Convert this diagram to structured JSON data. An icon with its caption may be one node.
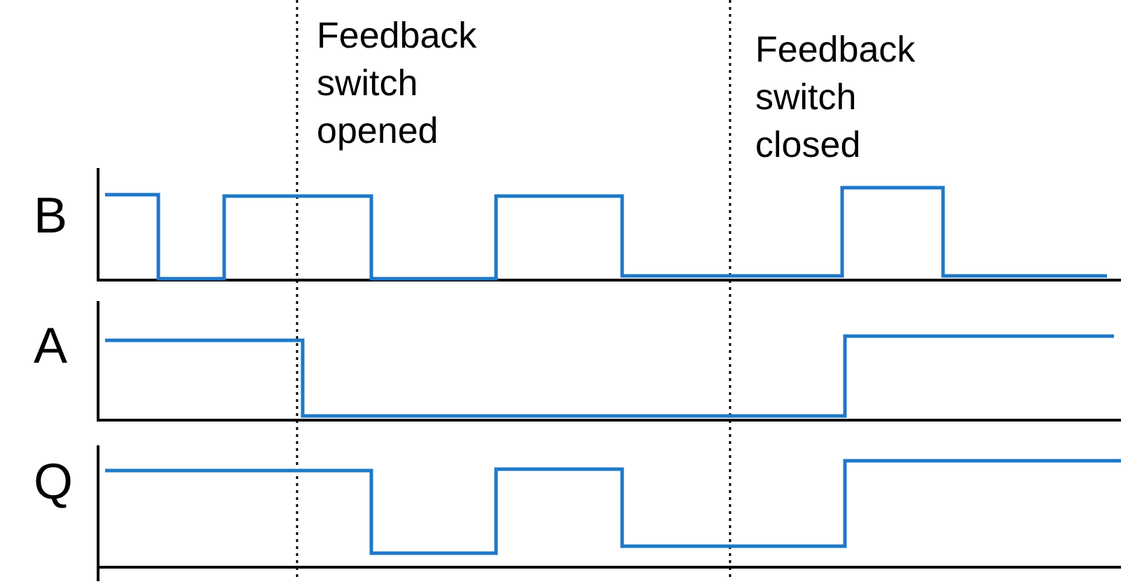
{
  "diagram": {
    "labels": [
      "Feedback switch opened",
      "Feedback switch closed",
      "B",
      "A",
      "Q"
    ]
  }
}
